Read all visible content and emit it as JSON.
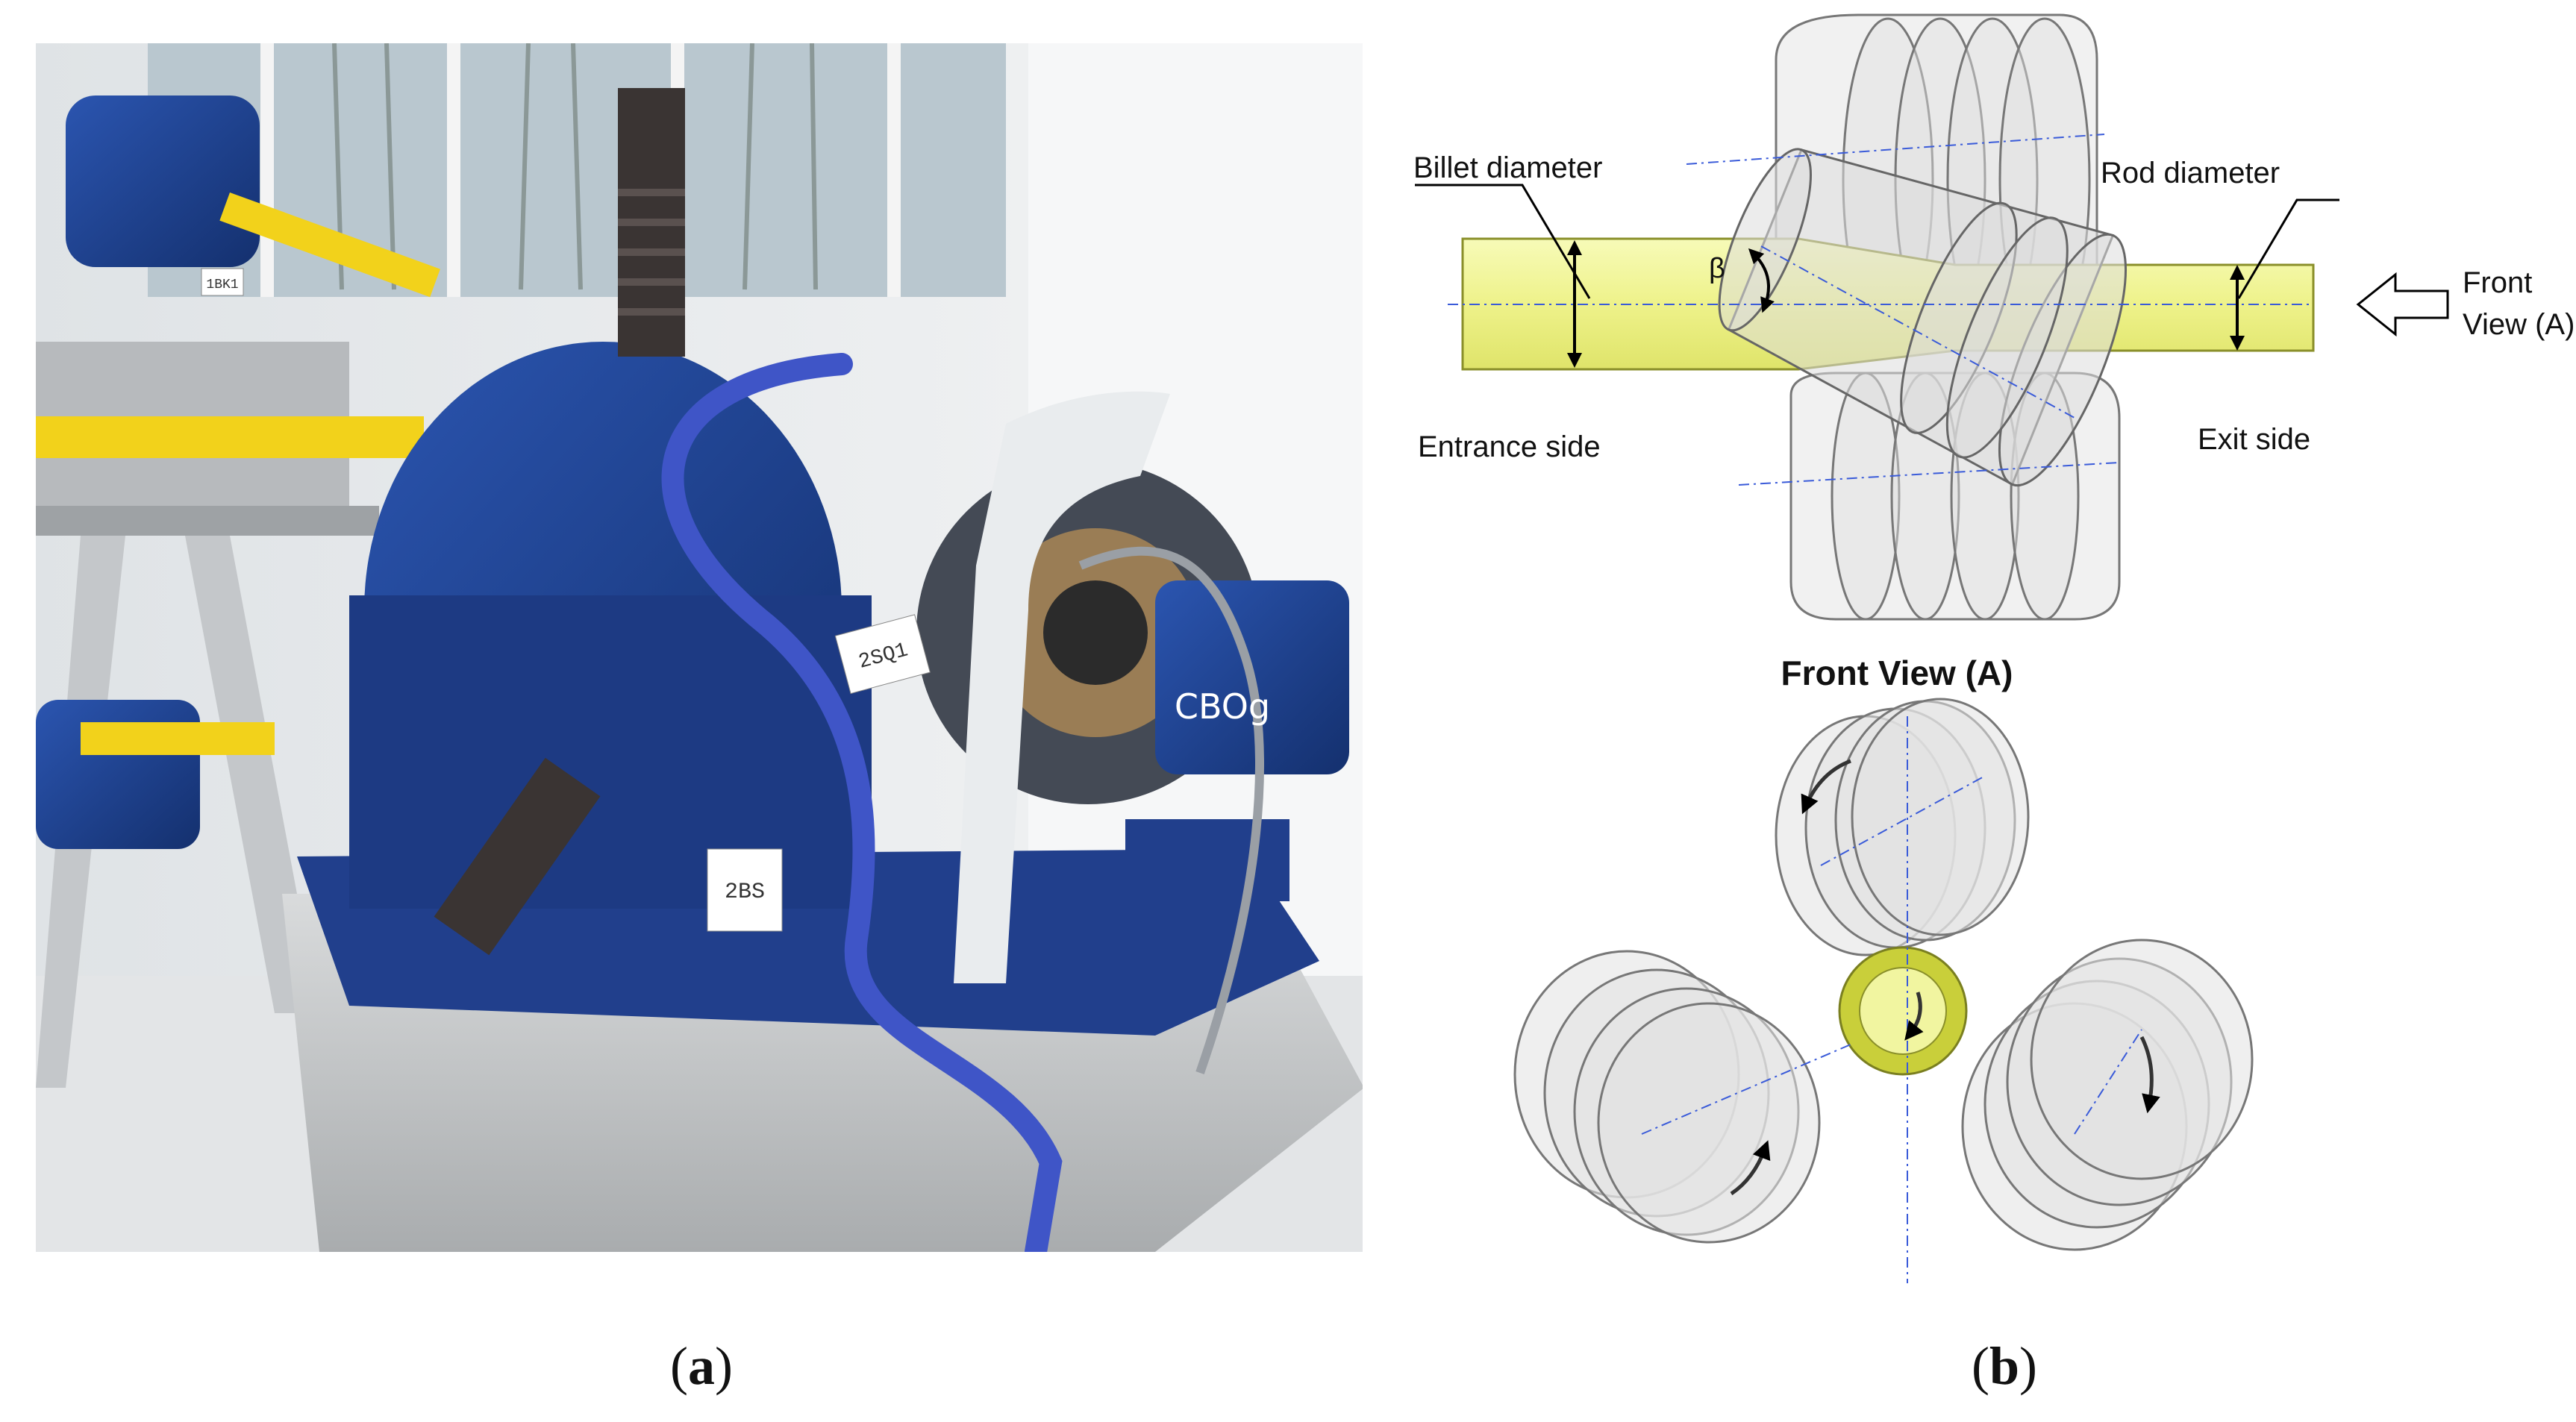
{
  "panels": {
    "a": {
      "open": "(",
      "letter": "a",
      "close": ")"
    },
    "b": {
      "open": "(",
      "letter": "b",
      "close": ")"
    }
  },
  "photo": {
    "tags": [
      "1BK1",
      "2SQ1",
      "2BS"
    ],
    "marking": "CBOg"
  },
  "diagram": {
    "billet_diameter": "Billet diameter",
    "rod_diameter": "Rod diameter",
    "angle_symbol": "β",
    "entrance_side": "Entrance side",
    "exit_side": "Exit side",
    "front_view_line1": "Front",
    "front_view_line2": "View (A)",
    "front_view_title": "Front View (A)"
  },
  "colors": {
    "billet_fill": "#f1f5a0",
    "billet_stroke": "#8a8f2a",
    "roll_fill": "#e6e6e6",
    "roll_stroke": "#8a8a8a",
    "axis_line": "#3a5bd9",
    "machine_blue": "#1f3f8f",
    "shaft_yellow": "#f2d21b",
    "base_grey": "#c9ccce"
  }
}
